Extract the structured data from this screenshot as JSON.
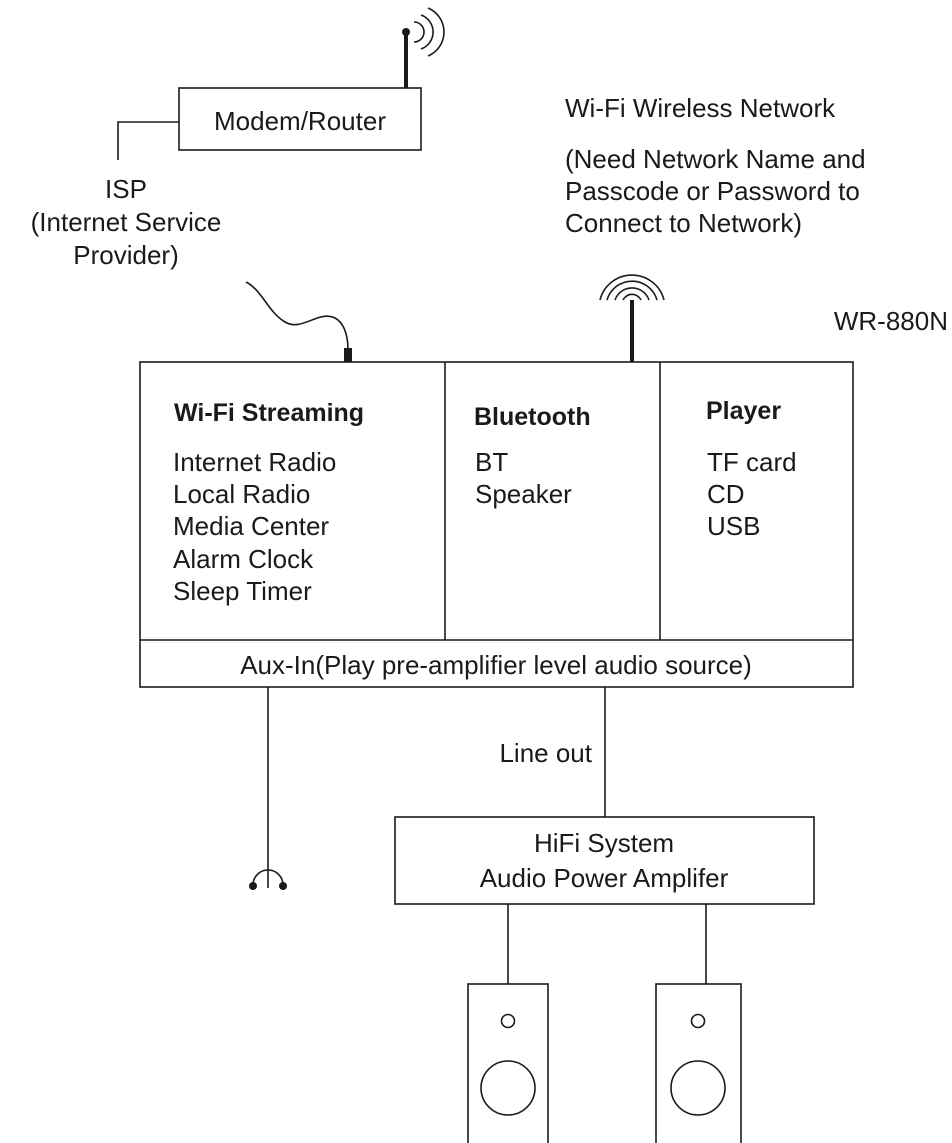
{
  "modem": {
    "label": "Modem/Router"
  },
  "isp": {
    "lines": [
      "ISP",
      "(Internet Service",
      "Provider)"
    ]
  },
  "wifi_network": {
    "title": "Wi-Fi Wireless Network",
    "note_lines": [
      "(Need Network Name and",
      "Passcode or Password to",
      "Connect to Network)"
    ]
  },
  "model": "WR-880N",
  "sections": {
    "wifi": {
      "heading": "Wi-Fi Streaming",
      "items": [
        "Internet Radio",
        "Local Radio",
        "Media Center",
        "Alarm Clock",
        "Sleep Timer"
      ]
    },
    "bluetooth": {
      "heading": "Bluetooth",
      "items": [
        "BT",
        "Speaker"
      ]
    },
    "player": {
      "heading": "Player",
      "items": [
        "TF card",
        "CD",
        "USB"
      ]
    }
  },
  "aux_in": "Aux-In(Play pre-amplifier level audio source)",
  "line_out": "Line out",
  "amplifier": {
    "lines": [
      "HiFi System",
      "Audio Power Amplifer"
    ]
  },
  "icons": [
    "antenna-icon",
    "wifi-signal-icon",
    "headphones-icon",
    "speaker-icon"
  ]
}
